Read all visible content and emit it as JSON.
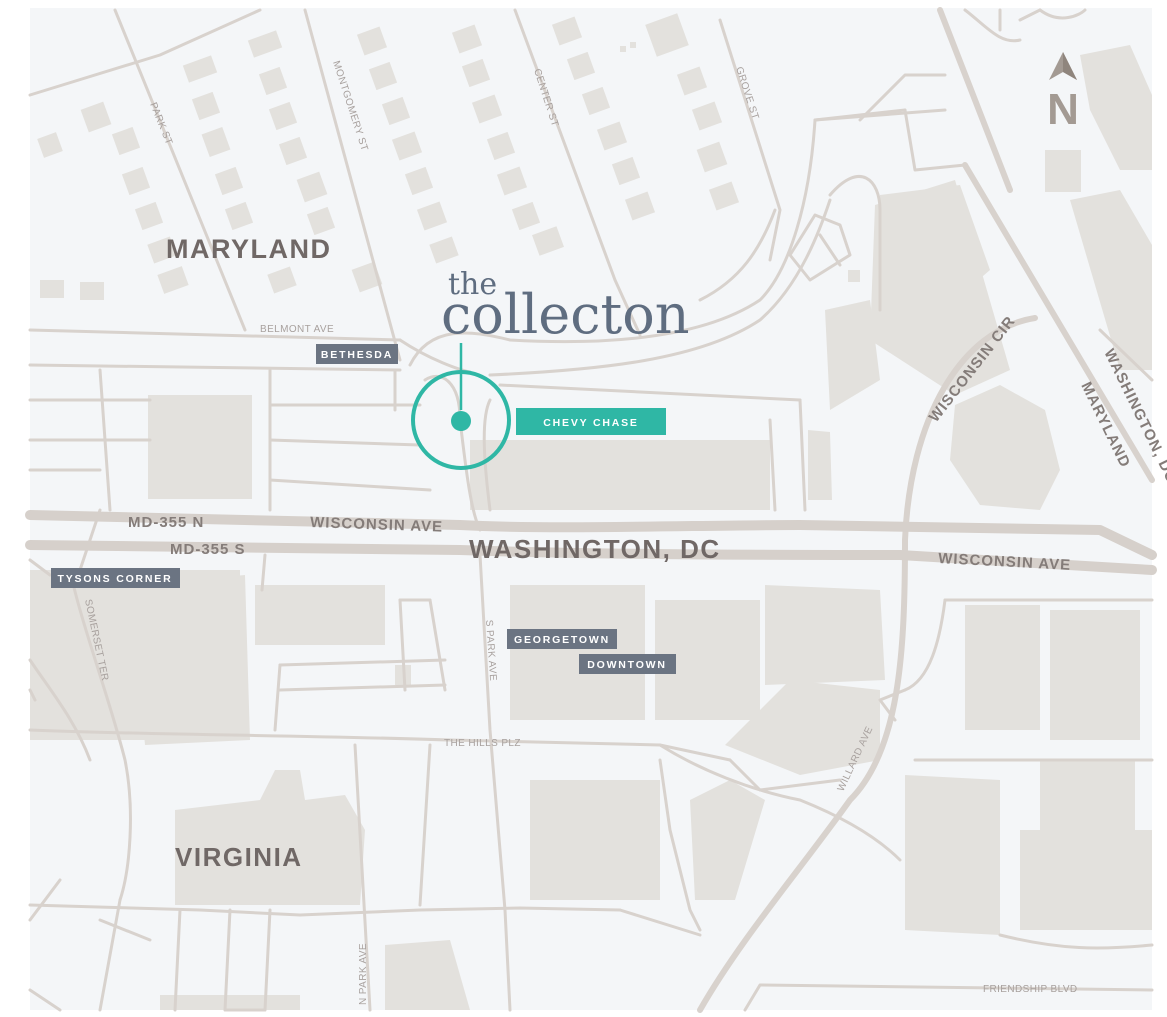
{
  "brand": {
    "small": "the",
    "large": "collecton"
  },
  "compass": {
    "letter": "N",
    "icon": "north-arrow-icon"
  },
  "regions": [
    "MARYLAND",
    "WASHINGTON, DC",
    "VIRGINIA"
  ],
  "highlight": {
    "label": "CHEVY CHASE",
    "color": "#2fb7a5",
    "icon": "location-pin-icon"
  },
  "badges": [
    "BETHESDA",
    "TYSONS CORNER",
    "GEORGETOWN",
    "DOWNTOWN"
  ],
  "streets": {
    "park_st": "PARK ST",
    "montgomery_st": "MONTGOMERY ST",
    "center_st": "CENTER ST",
    "grove_st": "GROVE ST",
    "belmont_ave": "BELMONT AVE",
    "md355n": "MD-355 N",
    "md355s": "MD-355 S",
    "wisconsin_ave": "WISCONSIN AVE",
    "wisconsin_ave_east": "WISCONSIN AVE",
    "wisconsin_cir": "WISCONSIN CIR",
    "washington_dc_maryland_1": "WASHINGTON, DC",
    "washington_dc_maryland_2": "MARYLAND",
    "somerset_ter": "SOMERSET TER",
    "s_park_ave": "S PARK AVE",
    "the_hills_plz": "THE HILLS PLZ",
    "willard_ave": "WILLARD AVE",
    "n_park_ave": "N PARK AVE",
    "friendship_blvd": "FRIENDSHIP BLVD"
  },
  "colors": {
    "background": "#f4f6f8",
    "building": "#e3e1dd",
    "road": "#d8d2cd",
    "badge": "#6b7482",
    "accent": "#2fb7a5"
  }
}
